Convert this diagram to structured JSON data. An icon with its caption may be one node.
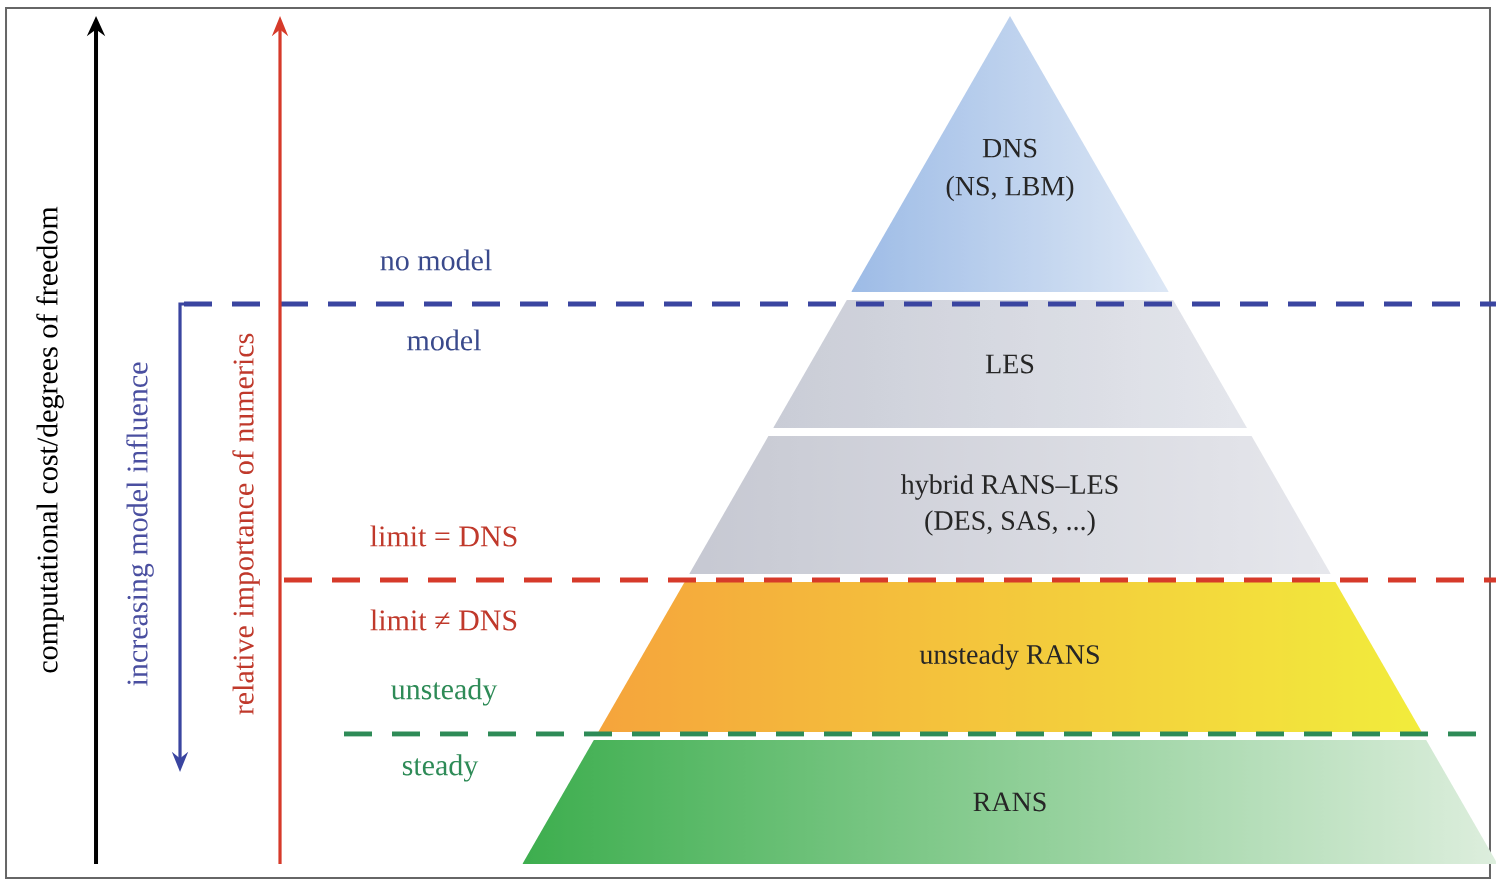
{
  "diagram": {
    "nodes": [
      {
        "text": [
          "DNS",
          "(NS, LBM)"
        ]
      },
      {
        "text": [
          "LES"
        ]
      },
      {
        "text": [
          "hybrid RANS–LES",
          "(DES, SAS, ...)"
        ]
      },
      {
        "text": [
          "unsteady RANS"
        ]
      },
      {
        "text": [
          "RANS"
        ]
      }
    ],
    "labels": [
      "computational cost/degrees of freedom",
      "increasing model influence",
      "relative importance of numerics",
      "no model",
      "model",
      "limit = DNS",
      "limit ≠ DNS",
      "unsteady",
      "steady"
    ]
  }
}
